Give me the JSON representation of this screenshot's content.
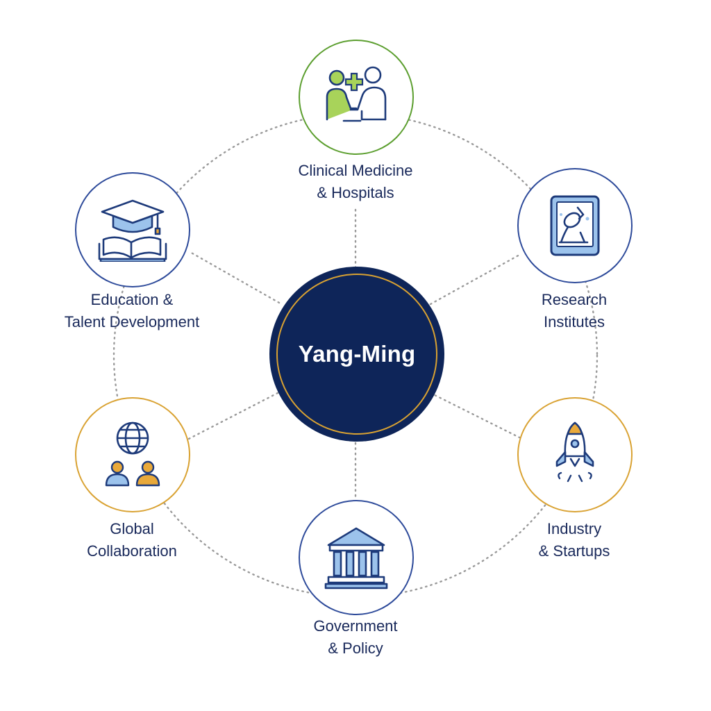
{
  "hub": {
    "title": "Yang-Ming"
  },
  "nodes": [
    {
      "id": "clinical",
      "icon": "doctor-patient-icon",
      "line1": "Clinical Medicine",
      "line2": "& Hospitals",
      "accent": "#5b9e2e"
    },
    {
      "id": "research",
      "icon": "microscope-tablet-icon",
      "line1": "Research",
      "line2": "Institutes",
      "accent": "#2d4a9a"
    },
    {
      "id": "industry",
      "icon": "rocket-icon",
      "line1": "Industry",
      "line2": "& Startups",
      "accent": "#d9a232"
    },
    {
      "id": "government",
      "icon": "government-building-icon",
      "line1": "Government",
      "line2": "& Policy",
      "accent": "#2d4a9a"
    },
    {
      "id": "global",
      "icon": "globe-people-icon",
      "line1": "Global",
      "line2": "Collaboration",
      "accent": "#d9a232"
    },
    {
      "id": "education",
      "icon": "graduation-cap-book-icon",
      "line1": "Education &",
      "line2": "Talent Development",
      "accent": "#2d4a9a"
    }
  ],
  "colors": {
    "navy": "#0e2559",
    "blue": "#2d4a9a",
    "green": "#5b9e2e",
    "gold": "#d9a232",
    "light_blue": "#9cc3ec",
    "light_green": "#a8d35a",
    "connector": "#9a9a9a"
  }
}
